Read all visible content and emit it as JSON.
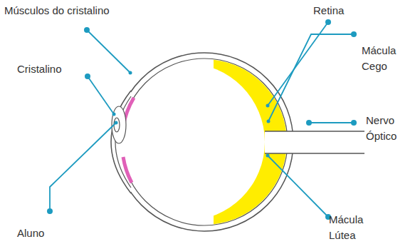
{
  "diagram": {
    "labels": [
      "Músculos do cristalino",
      "Retina",
      "Cristalino",
      "Mácula Cego",
      "Nervo Óptico",
      "Mácula Lútea",
      "Aluno"
    ]
  }
}
